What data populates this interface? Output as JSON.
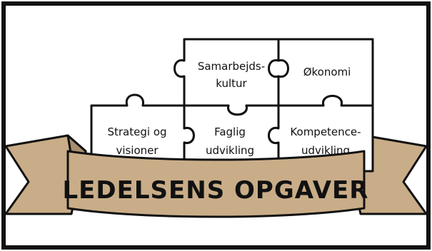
{
  "puzzle": {
    "pieces": [
      {
        "id": "samarbejdskultur",
        "lines": [
          "Samarbejds-",
          "kultur"
        ]
      },
      {
        "id": "okonomi",
        "lines": [
          "Økonomi"
        ]
      },
      {
        "id": "strategi",
        "lines": [
          "Strategi og",
          "visioner"
        ]
      },
      {
        "id": "faglig",
        "lines": [
          "Faglig",
          "udvikling"
        ]
      },
      {
        "id": "kompetence",
        "lines": [
          "Kompetence-",
          "udvikling"
        ]
      }
    ]
  },
  "banner": {
    "title": "LEDELSENS OPGAVER"
  },
  "colors": {
    "ribbon": "#c9ad88",
    "ribbon_shadow": "#a88e6c",
    "ink": "#111111",
    "puzzle_fill": "#ffffff",
    "border": "#111111"
  }
}
